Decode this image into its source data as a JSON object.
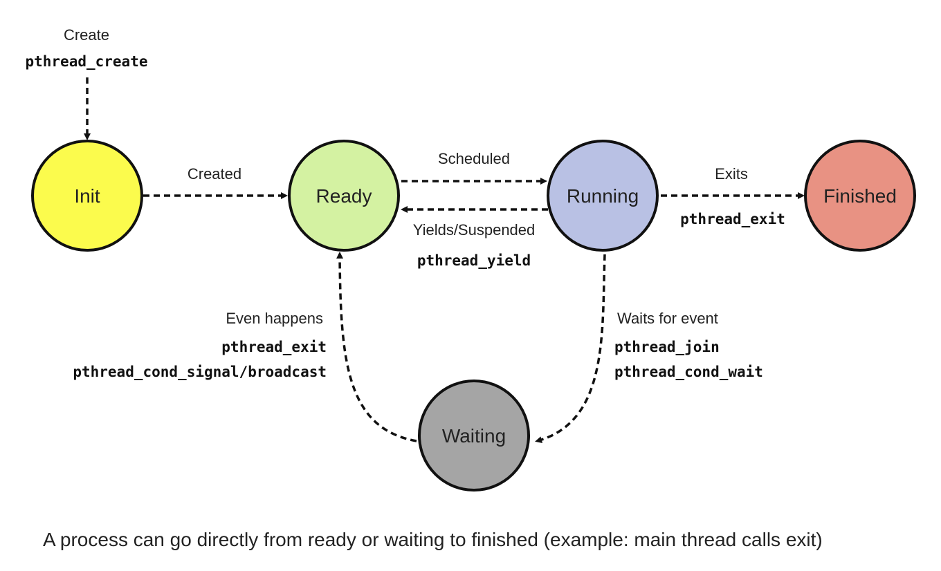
{
  "states": {
    "init": {
      "label": "Init",
      "color": "#fbfb4d"
    },
    "ready": {
      "label": "Ready",
      "color": "#d4f2a2"
    },
    "running": {
      "label": "Running",
      "color": "#b9c1e4"
    },
    "finished": {
      "label": "Finished",
      "color": "#e89283"
    },
    "waiting": {
      "label": "Waiting",
      "color": "#a5a5a5"
    }
  },
  "edges": {
    "create": {
      "label": "Create",
      "code": "pthread_create"
    },
    "created": {
      "label": "Created"
    },
    "scheduled": {
      "label": "Scheduled"
    },
    "yields": {
      "label": "Yields/Suspended",
      "code": "pthread_yield"
    },
    "exits": {
      "label": "Exits",
      "code": "pthread_exit"
    },
    "event_happens": {
      "label": "Even happens",
      "code_1": "pthread_exit",
      "code_2": "pthread_cond_signal/broadcast"
    },
    "waits": {
      "label": "Waits for event",
      "code_1": "pthread_join",
      "code_2": "pthread_cond_wait"
    }
  },
  "footnote": "A process can go directly from ready or waiting to finished (example: main thread calls exit)"
}
